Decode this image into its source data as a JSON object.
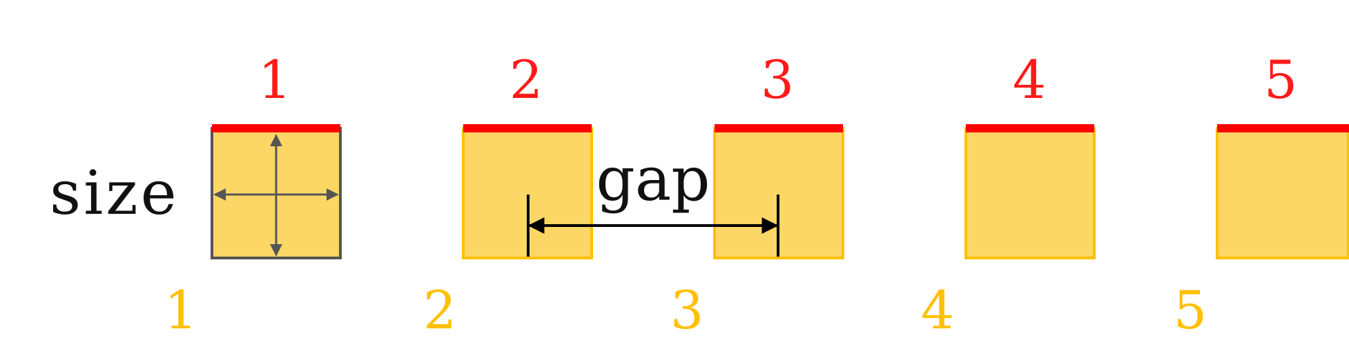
{
  "labels": {
    "size": "size",
    "gap": "gap"
  },
  "top_numbers": [
    "1",
    "2",
    "3",
    "4",
    "5"
  ],
  "bottom_numbers": [
    "1",
    "2",
    "3",
    "4",
    "5"
  ],
  "colors": {
    "box_fill": "#fdd766",
    "box_border_yellow": "#ffc000",
    "box_border_gray": "#555555",
    "top_bar_red": "#ff0000",
    "top_number_red": "#ff1a1a",
    "bottom_number_yellow": "#ffc000",
    "arrow_gray": "#555555",
    "arrow_black": "#000000"
  }
}
